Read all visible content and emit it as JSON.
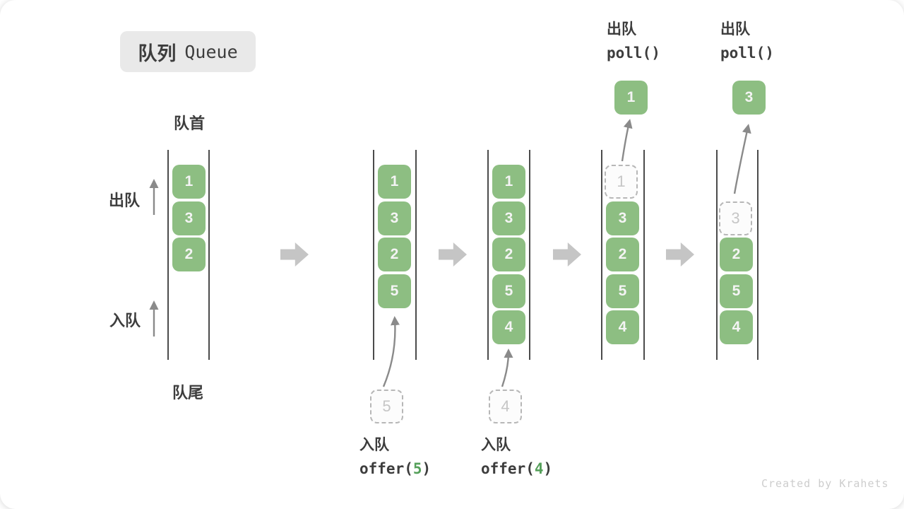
{
  "title": {
    "zh": "队列",
    "en": "Queue"
  },
  "labels": {
    "front": "队首",
    "rear": "队尾",
    "dequeue": "出队",
    "enqueue": "入队"
  },
  "ops": {
    "enqueue5": {
      "label": "入队",
      "fn_open": "offer(",
      "arg": "5",
      "fn_close": ")"
    },
    "enqueue4": {
      "label": "入队",
      "fn_open": "offer(",
      "arg": "4",
      "fn_close": ")"
    },
    "poll_first": {
      "label": "出队",
      "fn": "poll()"
    },
    "poll_second": {
      "label": "出队",
      "fn": "poll()"
    }
  },
  "queues": {
    "q1": {
      "slots": [
        "1",
        "3",
        "2"
      ]
    },
    "q2": {
      "slots": [
        "1",
        "3",
        "2",
        "5"
      ],
      "incoming": "5"
    },
    "q3": {
      "slots": [
        "1",
        "3",
        "2",
        "5",
        "4"
      ],
      "incoming": "4"
    },
    "q4": {
      "ghost": "1",
      "slots": [
        "3",
        "2",
        "5",
        "4"
      ],
      "popped": "1"
    },
    "q5": {
      "ghost": "3",
      "slots": [
        "2",
        "5",
        "4"
      ],
      "popped": "3"
    }
  },
  "watermark": "Created by Krahets",
  "colors": {
    "element_green": "#8dbe82",
    "accent_green": "#55a05a",
    "text_dark": "#3d3d3d",
    "line_dark": "#4b4b4b",
    "arrow_thin": "#8a8a8a",
    "arrow_block": "#c5c5c5",
    "ghost_border": "#b7b7b7",
    "ghost_text": "#c6c6c6",
    "title_bg": "#e9e9e9",
    "watermark_gray": "#cdcdcd"
  }
}
